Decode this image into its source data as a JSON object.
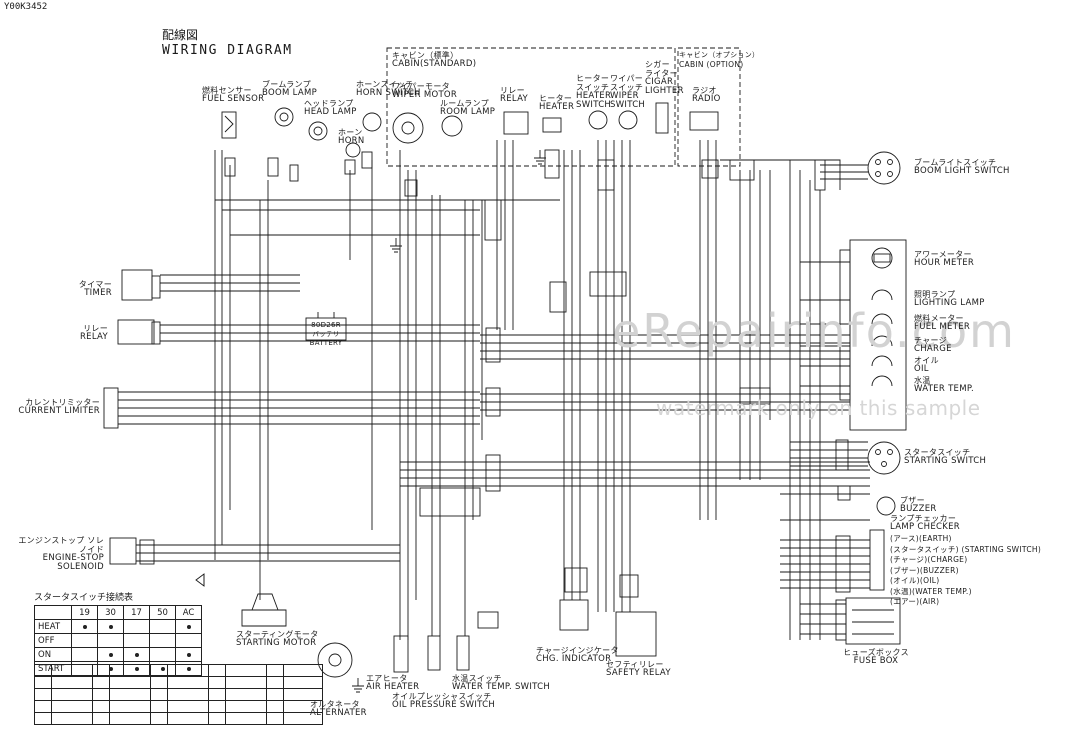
{
  "doc_id": "Y00K3452",
  "title": {
    "jp": "配線図",
    "en": "WIRING DIAGRAM"
  },
  "cabin_standard": {
    "jp": "キャビン（標準）",
    "en": "CABIN(STANDARD)"
  },
  "cabin_option": {
    "jp": "キャビン（オプション）",
    "en": "CABIN (OPTION)"
  },
  "components": {
    "fuel_sensor": {
      "jp": "燃料センサー",
      "en": "FUEL SENSOR"
    },
    "boom_lamp": {
      "jp": "ブームランプ",
      "en": "BOOM LAMP"
    },
    "head_lamp": {
      "jp": "ヘッドランプ",
      "en": "HEAD LAMP"
    },
    "horn_switch": {
      "jp": "ホーンスイッチ",
      "en": "HORN SWITCH"
    },
    "horn": {
      "jp": "ホーン",
      "en": "HORN"
    },
    "wiper_motor": {
      "jp": "ワイパーモータ",
      "en": "WIPER MOTOR"
    },
    "room_lamp": {
      "jp": "ルームランプ",
      "en": "ROOM LAMP"
    },
    "relay_top": {
      "jp": "リレー",
      "en": "RELAY"
    },
    "heater": {
      "jp": "ヒーター",
      "en": "HEATER"
    },
    "heater_switch": {
      "jp": "ヒーター スイッチ",
      "en": "HEATER SWITCH"
    },
    "wiper_switch": {
      "jp": "ワイパー スイッチ",
      "en": "WIPER SWITCH"
    },
    "cigar_lighter": {
      "jp": "シガー ライター",
      "en": "CIGAR LIGHTER"
    },
    "radio": {
      "jp": "ラジオ",
      "en": "RADIO"
    },
    "boom_light_switch": {
      "jp": "ブームライトスイッチ",
      "en": "BOOM LIGHT SWITCH"
    },
    "timer": {
      "jp": "タイマー",
      "en": "TIMER"
    },
    "relay_left": {
      "jp": "リレー",
      "en": "RELAY"
    },
    "battery": {
      "jp": "バッテリ",
      "en": "BATTERY"
    },
    "current_limiter": {
      "jp": "カレントリミッター",
      "en": "CURRENT LIMITER"
    },
    "hour_meter": {
      "jp": "アワーメーター",
      "en": "HOUR METER"
    },
    "lighting_lamp": {
      "jp": "照明ランプ",
      "en": "LIGHTING LAMP"
    },
    "fuel_meter": {
      "jp": "燃料メーター",
      "en": "FUEL METER"
    },
    "charge": {
      "jp": "チャージ",
      "en": "CHARGE"
    },
    "oil": {
      "jp": "オイル",
      "en": "OIL"
    },
    "water_temp": {
      "jp": "水温",
      "en": "WATER TEMP."
    },
    "starting_switch": {
      "jp": "スタータスイッチ",
      "en": "STARTING SWITCH"
    },
    "buzzer": {
      "jp": "ブザー",
      "en": "BUZZER"
    },
    "lamp_checker": {
      "jp": "ランプチェッカー",
      "en": "LAMP CHECKER"
    },
    "engine_stop_solenoid": {
      "jp": "エンジンストップ ソレノイド",
      "en": "ENGINE-STOP SOLENOID"
    },
    "starting_motor": {
      "jp": "スターティングモータ",
      "en": "STARTING MOTOR"
    },
    "alternater": {
      "jp": "オルタネータ",
      "en": "ALTERNATER"
    },
    "air_heater": {
      "jp": "エアヒータ",
      "en": "AIR HEATER"
    },
    "oil_pressure_switch": {
      "jp": "オイルプレッシャスイッチ",
      "en": "OIL PRESSURE SWITCH"
    },
    "water_temp_switch": {
      "jp": "水温スイッチ",
      "en": "WATER TEMP. SWITCH"
    },
    "chg_indicator": {
      "jp": "チャージインジケータ",
      "en": "CHG. INDICATOR"
    },
    "safety_relay": {
      "jp": "セフティリレー",
      "en": "SAFETY RELAY"
    },
    "fuse_box": {
      "jp": "ヒューズボックス",
      "en": "FUSE BOX"
    }
  },
  "battery_spec": "80D26R",
  "lamp_checker_items": [
    "(アース)(EARTH)",
    "(スタータスイッチ) (STARTING SWITCH)",
    "(チャージ)(CHARGE)",
    "(ブザー)(BUZZER)",
    "(オイル)(OIL)",
    "(水温)(WATER TEMP.)",
    "(エアー)(AIR)"
  ],
  "start_switch_table": {
    "caption": "スタータスイッチ接続表",
    "columns": [
      "19",
      "30",
      "17",
      "50",
      "AC"
    ],
    "rows": [
      "HEAT",
      "OFF",
      "ON",
      "START"
    ]
  },
  "watermark": {
    "main": "eRepairinfo.com",
    "sub": "watermark only on this sample"
  }
}
